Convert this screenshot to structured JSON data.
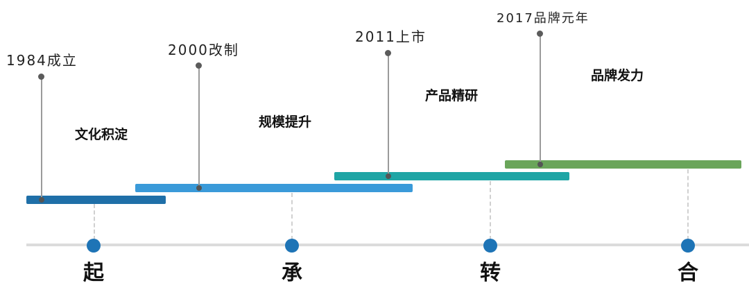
{
  "phases": [
    {
      "label": "起"
    },
    {
      "label": "承"
    },
    {
      "label": "转"
    },
    {
      "label": "合"
    }
  ],
  "stages": [
    {
      "label": "文化积淀",
      "color": "#1f6fa8"
    },
    {
      "label": "规模提升",
      "color": "#3a9ad9"
    },
    {
      "label": "产品精研",
      "color": "#1fa5a5"
    },
    {
      "label": "品牌发力",
      "color": "#6aa55a"
    }
  ],
  "milestones": [
    {
      "label": "1984成立"
    },
    {
      "label": "2000改制"
    },
    {
      "label": "2011上市"
    },
    {
      "label": "2017品牌元年"
    }
  ]
}
